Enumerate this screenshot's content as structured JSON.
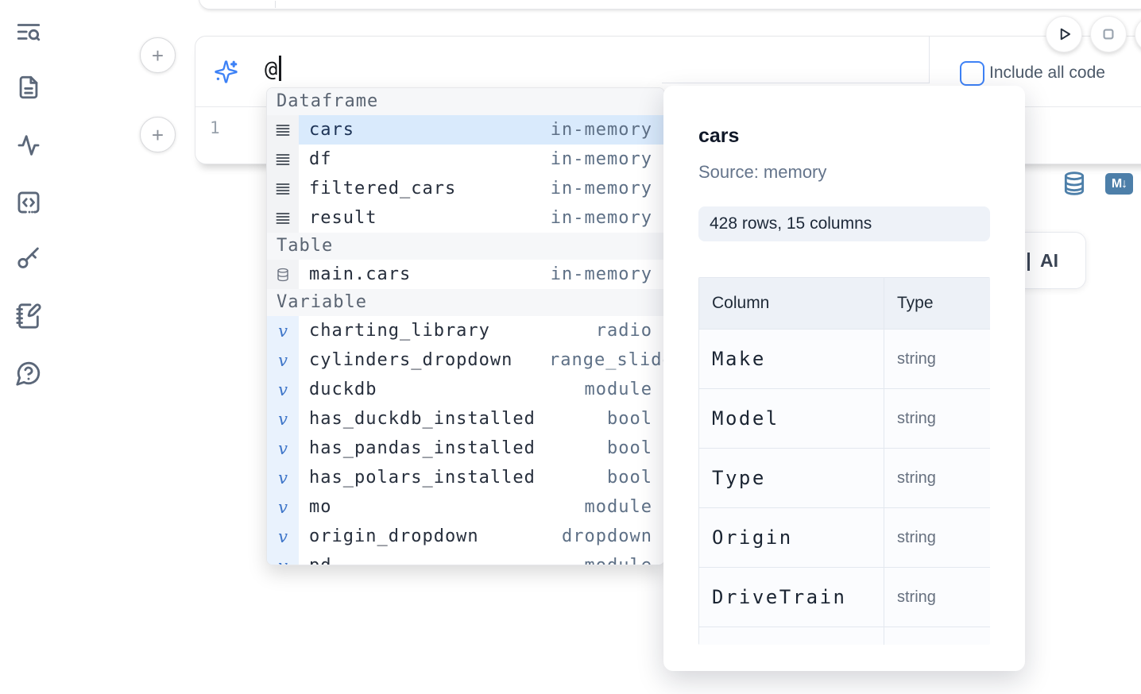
{
  "sidebar": {
    "icons": [
      "text-search-icon",
      "file-document-icon",
      "activity-icon",
      "code-cell-icon",
      "key-icon",
      "notebook-pen-icon",
      "help-chat-icon"
    ]
  },
  "cell": {
    "add_buttons": {
      "top": "+",
      "bottom": "+"
    },
    "prompt": {
      "value": "@",
      "sparkle_icon": "sparkles-icon"
    },
    "include_all_code": {
      "label": "Include all code",
      "checked": false
    },
    "editor": {
      "line_number": "1"
    },
    "run_controls": {
      "run_icon": "play-icon",
      "stop_icon": "stop-icon"
    },
    "convert": {
      "db_icon": "database-icon",
      "markdown_text": "M↓"
    }
  },
  "ai_button": {
    "label": "AI"
  },
  "autocomplete": {
    "sections": [
      {
        "label": "Dataframe",
        "items": [
          {
            "icon": "dataframe",
            "name": "cars",
            "type": "in-memory",
            "selected": true
          },
          {
            "icon": "dataframe",
            "name": "df",
            "type": "in-memory"
          },
          {
            "icon": "dataframe",
            "name": "filtered_cars",
            "type": "in-memory"
          },
          {
            "icon": "dataframe",
            "name": "result",
            "type": "in-memory"
          }
        ]
      },
      {
        "label": "Table",
        "items": [
          {
            "icon": "table",
            "name": "main.cars",
            "type": "in-memory"
          }
        ]
      },
      {
        "label": "Variable",
        "items": [
          {
            "icon": "variable",
            "name": "charting_library",
            "type": "radio"
          },
          {
            "icon": "variable",
            "name": "cylinders_dropdown",
            "type": "range_slider"
          },
          {
            "icon": "variable",
            "name": "duckdb",
            "type": "module"
          },
          {
            "icon": "variable",
            "name": "has_duckdb_installed",
            "type": "bool"
          },
          {
            "icon": "variable",
            "name": "has_pandas_installed",
            "type": "bool"
          },
          {
            "icon": "variable",
            "name": "has_polars_installed",
            "type": "bool"
          },
          {
            "icon": "variable",
            "name": "mo",
            "type": "module"
          },
          {
            "icon": "variable",
            "name": "origin_dropdown",
            "type": "dropdown"
          },
          {
            "icon": "variable",
            "name": "pd",
            "type": "module"
          }
        ]
      }
    ]
  },
  "preview": {
    "title": "cars",
    "source": "Source: memory",
    "shape": "428 rows, 15 columns",
    "table": {
      "headers": [
        "Column",
        "Type"
      ],
      "rows": [
        [
          "Make",
          "string"
        ],
        [
          "Model",
          "string"
        ],
        [
          "Type",
          "string"
        ],
        [
          "Origin",
          "string"
        ],
        [
          "DriveTrain",
          "string"
        ],
        [
          "",
          ""
        ]
      ]
    }
  },
  "colors": {
    "accent": "#3e82f6",
    "steel_blue": "#4d7fa9",
    "selected_row": "#d9eafc",
    "badge_bg": "#eef2f8"
  }
}
